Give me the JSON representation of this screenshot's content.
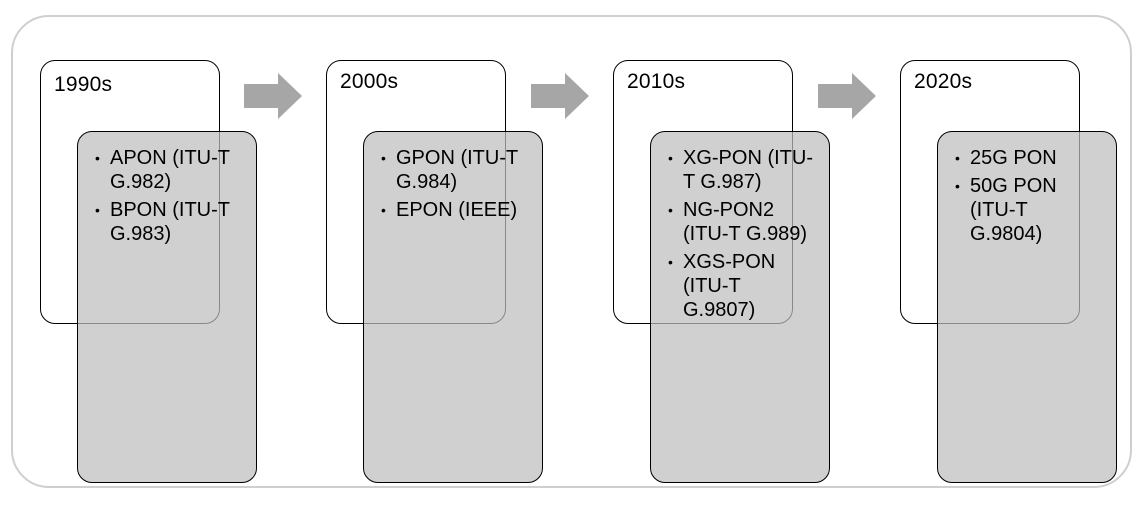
{
  "stages": [
    {
      "era": "1990s",
      "items": [
        "APON (ITU-T G.982)",
        "BPON (ITU-T G.983)"
      ]
    },
    {
      "era": "2000s",
      "items": [
        "GPON (ITU-T G.984)",
        "EPON (IEEE)"
      ]
    },
    {
      "era": "2010s",
      "items": [
        "XG-PON (ITU-T G.987)",
        "NG-PON2 (ITU-T G.989)",
        "XGS-PON (ITU-T G.9807)"
      ]
    },
    {
      "era": "2020s",
      "items": [
        "25G PON",
        "50G PON (ITU-T G.9804)"
      ]
    }
  ],
  "colors": {
    "arrow": "#a6a6a6",
    "tech_box_fill": "#d2d2d2",
    "frame_border": "#cfcfcf"
  },
  "icons": {
    "arrow": "right-arrow-icon",
    "bullet": "bullet-icon"
  }
}
